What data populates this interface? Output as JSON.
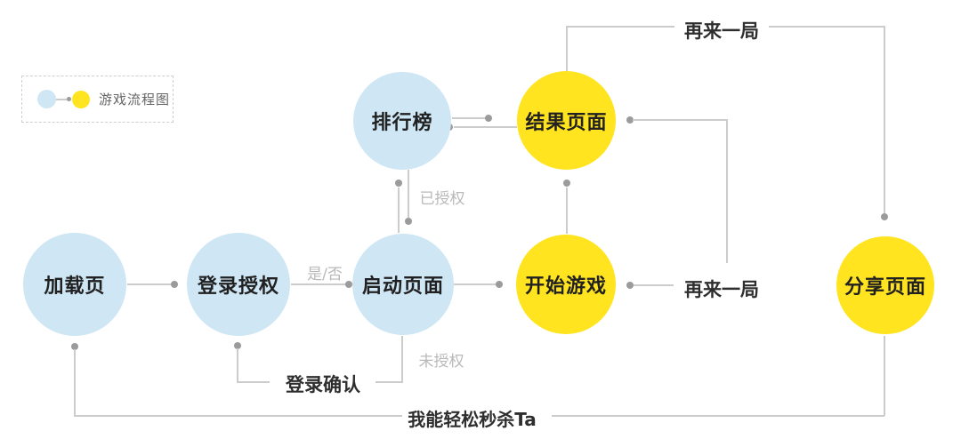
{
  "title": "游戏流程图",
  "legend": {
    "label": "游戏流程图"
  },
  "colors": {
    "blue": "#cfe6f5",
    "yellow": "#ffe41f",
    "line": "#cccccc",
    "dot": "#9b9b9b",
    "gray_label": "#b9b9b9",
    "dark_text": "#2e2e2e"
  },
  "nodes": {
    "loading": {
      "label": "加载页",
      "color": "blue"
    },
    "login": {
      "label": "登录授权",
      "color": "blue"
    },
    "launch": {
      "label": "启动页面",
      "color": "blue"
    },
    "leaderboard": {
      "label": "排行榜",
      "color": "blue"
    },
    "result": {
      "label": "结果页面",
      "color": "yellow"
    },
    "start": {
      "label": "开始游戏",
      "color": "yellow"
    },
    "share": {
      "label": "分享页面",
      "color": "yellow"
    }
  },
  "edge_labels": {
    "yes_no": "是/否",
    "authorized": "已授权",
    "unauthorized": "未授权",
    "login_confirm": "登录确认",
    "play_again_top": "再来一局",
    "play_again_mid": "再来一局",
    "kill_ta": "我能轻松秒杀Ta"
  }
}
